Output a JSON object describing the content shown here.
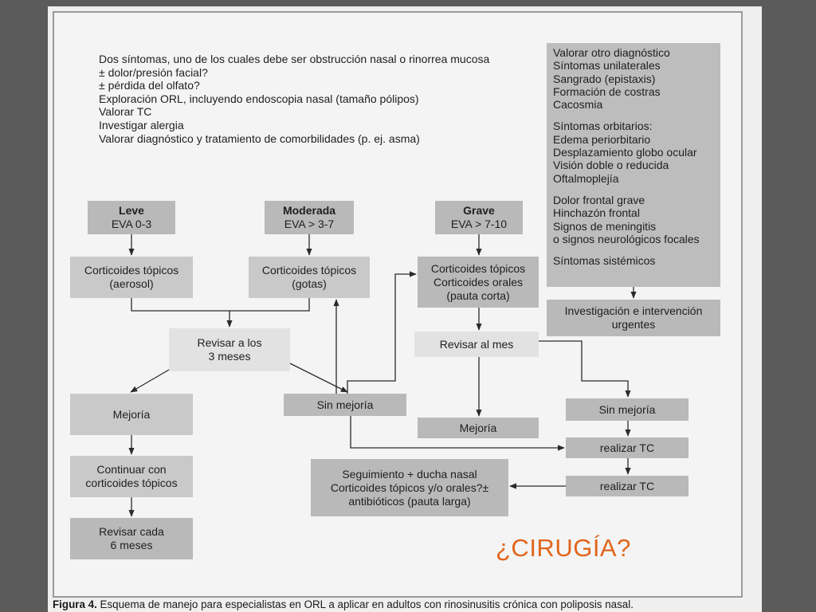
{
  "intro": [
    "Dos síntomas, uno de los cuales debe ser obstrucción nasal o rinorrea mucosa",
    "± dolor/presión facial?",
    "± pérdida del olfato?",
    "Exploración ORL, incluyendo endoscopia nasal (tamaño pólipos)",
    "Valorar TC",
    "Investigar alergia",
    "Valorar diagnóstico y tratamiento de comorbilidades (p. ej. asma)"
  ],
  "side_panel": [
    "Valorar otro diagnóstico",
    "Síntomas unilaterales",
    "Sangrado (epistaxis)",
    "Formación de costras",
    "Cacosmia",
    "Síntomas orbitarios:",
    "Edema periorbitario",
    "Desplazamiento globo ocular",
    "Visión doble o reducida",
    "Oftalmoplejía",
    "Dolor frontal grave",
    "Hinchazón frontal",
    "Signos de meningitis",
    "o signos neurológicos focales",
    "Síntomas sistémicos"
  ],
  "boxes": {
    "leve": {
      "title": "Leve",
      "sub": "EVA 0-3"
    },
    "moderada": {
      "title": "Moderada",
      "sub": "EVA > 3-7"
    },
    "grave": {
      "title": "Grave",
      "sub": "EVA > 7-10"
    },
    "cort_aerosol": {
      "l1": "Corticoides tópicos",
      "l2": "(aerosol)"
    },
    "cort_gotas": {
      "l1": "Corticoides tópicos",
      "l2": "(gotas)"
    },
    "cort_orales": {
      "l1": "Corticoides tópicos",
      "l2": "Corticoides orales",
      "l3": "(pauta corta)"
    },
    "investigacion": {
      "l1": "Investigación e intervención",
      "l2": "urgentes"
    },
    "revisar3": {
      "l1": "Revisar a los",
      "l2": "3 meses"
    },
    "revisar_mes": {
      "l1": "Revisar al mes"
    },
    "mejoria1": {
      "l1": "Mejoría"
    },
    "sin_mejoria1": {
      "l1": "Sin mejoría"
    },
    "mejoria2": {
      "l1": "Mejoría"
    },
    "sin_mejoria2": {
      "l1": "Sin mejoría"
    },
    "continuar": {
      "l1": "Continuar con",
      "l2": "corticoides tópicos"
    },
    "realizar_tc1": {
      "l1": "realizar TC"
    },
    "realizar_tc2": {
      "l1": "realizar TC"
    },
    "seguimiento": {
      "l1": "Seguimiento + ducha nasal",
      "l2": "Corticoides tópicos y/o orales?±",
      "l3": "antibióticos (pauta larga)"
    },
    "revisar6": {
      "l1": "Revisar cada",
      "l2": "6 meses"
    }
  },
  "cirugia": "¿CIRUGÍA?",
  "caption": {
    "label": "Figura 4.",
    "text": " Esquema de manejo para especialistas en ORL a aplicar en adultos con rinosinusitis crónica con poliposis nasal."
  },
  "colors": {
    "arrow": "#2a2a2a",
    "accent": "#e0651a"
  }
}
